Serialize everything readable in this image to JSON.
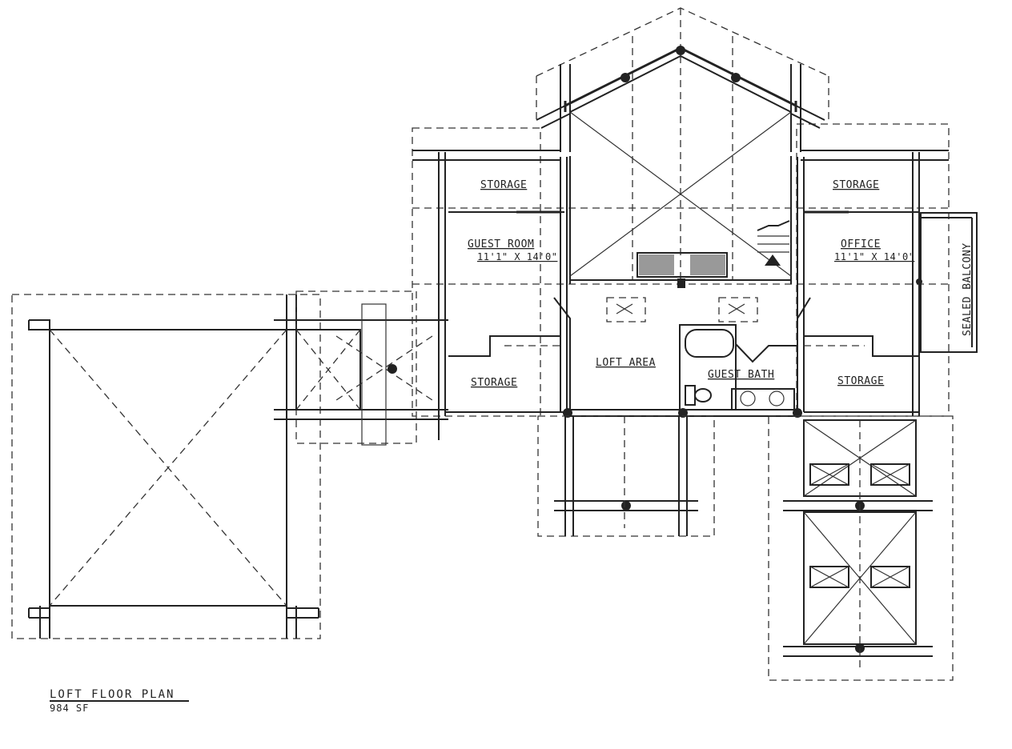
{
  "plan": {
    "title": "LOFT FLOOR PLAN",
    "area": "984 SF"
  },
  "rooms": {
    "storage_nw": "STORAGE",
    "guest_room": "GUEST ROOM",
    "guest_room_dim": "11'1\" X 14'0\"",
    "storage_sw": "STORAGE",
    "loft_area": "LOFT AREA",
    "guest_bath": "GUEST BATH",
    "storage_ne": "STORAGE",
    "office": "OFFICE",
    "office_dim": "11'1\" X 14'0\"",
    "storage_se": "STORAGE",
    "sealed_balcony": "SEALED BALCONY"
  }
}
